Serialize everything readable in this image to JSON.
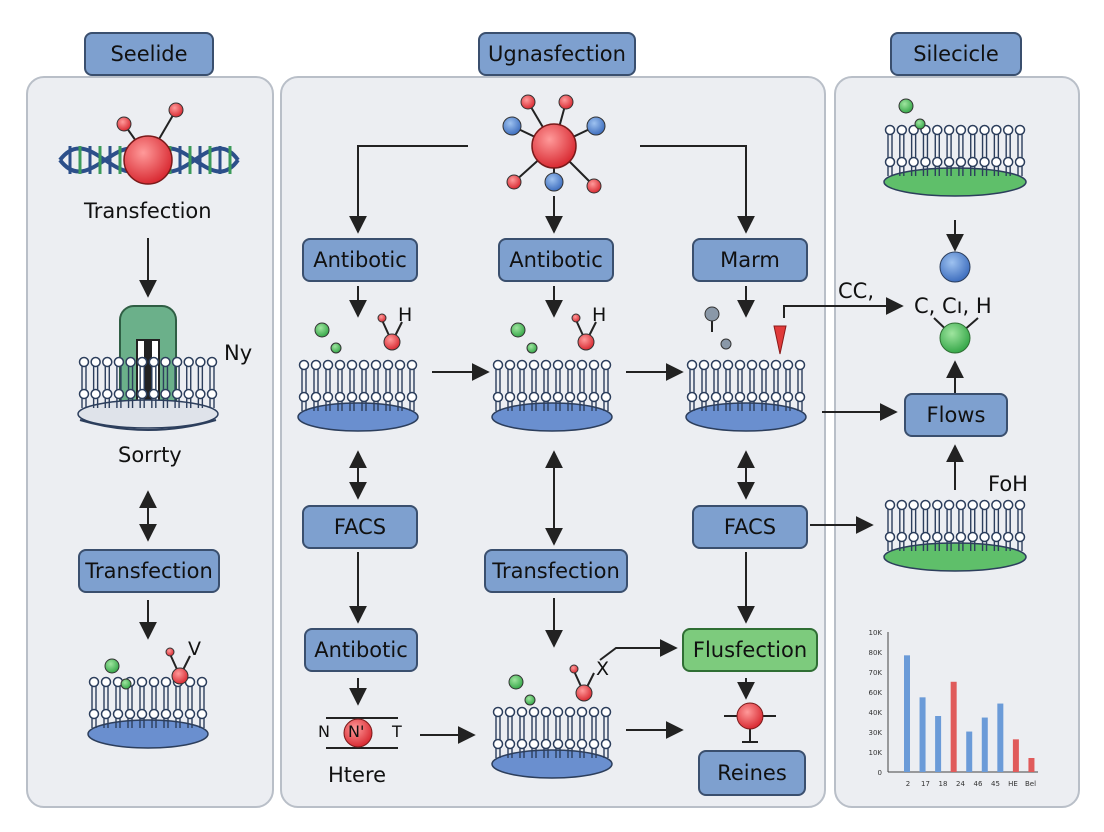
{
  "panels": {
    "left_title": "Seelide",
    "center_title": "Ugnasfection",
    "right_title": "Silecicle"
  },
  "left": {
    "transfection_text": "Transfection",
    "ny_label": "Ny",
    "sorrty_text": "Sorrty",
    "transfection_box": "Transfection",
    "v_label": "V"
  },
  "center": {
    "antibotic_1": "Antibotic",
    "antibotic_2": "Antibotic",
    "marm": "Marm",
    "h_label_1": "H",
    "h_label_2": "H",
    "facs_1": "FACS",
    "facs_2": "FACS",
    "transfection_box": "Transfection",
    "antibotic_3": "Antibotic",
    "flusfection": "Flusfection",
    "x_label": "X",
    "n_left": "N",
    "n_center": "N'",
    "t_right": "T",
    "htere": "Htere",
    "reines": "Reines"
  },
  "right": {
    "cc_label": "CC,",
    "c_formula": "C, Cı, H",
    "flows": "Flows",
    "foh_label": "FoH"
  },
  "chart_data": {
    "type": "bar",
    "y_tick_labels": [
      "10K",
      "80K",
      "70K",
      "60K",
      "40K",
      "30K",
      "10K",
      "0"
    ],
    "x_tick_labels": [
      "2",
      "17",
      "18",
      "24",
      "46",
      "45",
      "HE",
      "Bel"
    ],
    "series_colors": [
      "#6b9bd8",
      "#e05b5b"
    ],
    "bars": [
      {
        "value": 75,
        "color": "blue"
      },
      {
        "value": 48,
        "color": "blue"
      },
      {
        "value": 36,
        "color": "blue"
      },
      {
        "value": 58,
        "color": "red"
      },
      {
        "value": 26,
        "color": "blue"
      },
      {
        "value": 35,
        "color": "blue"
      },
      {
        "value": 44,
        "color": "blue"
      },
      {
        "value": 21,
        "color": "red"
      },
      {
        "value": 9,
        "color": "red"
      }
    ],
    "ylim": [
      0,
      90
    ]
  }
}
